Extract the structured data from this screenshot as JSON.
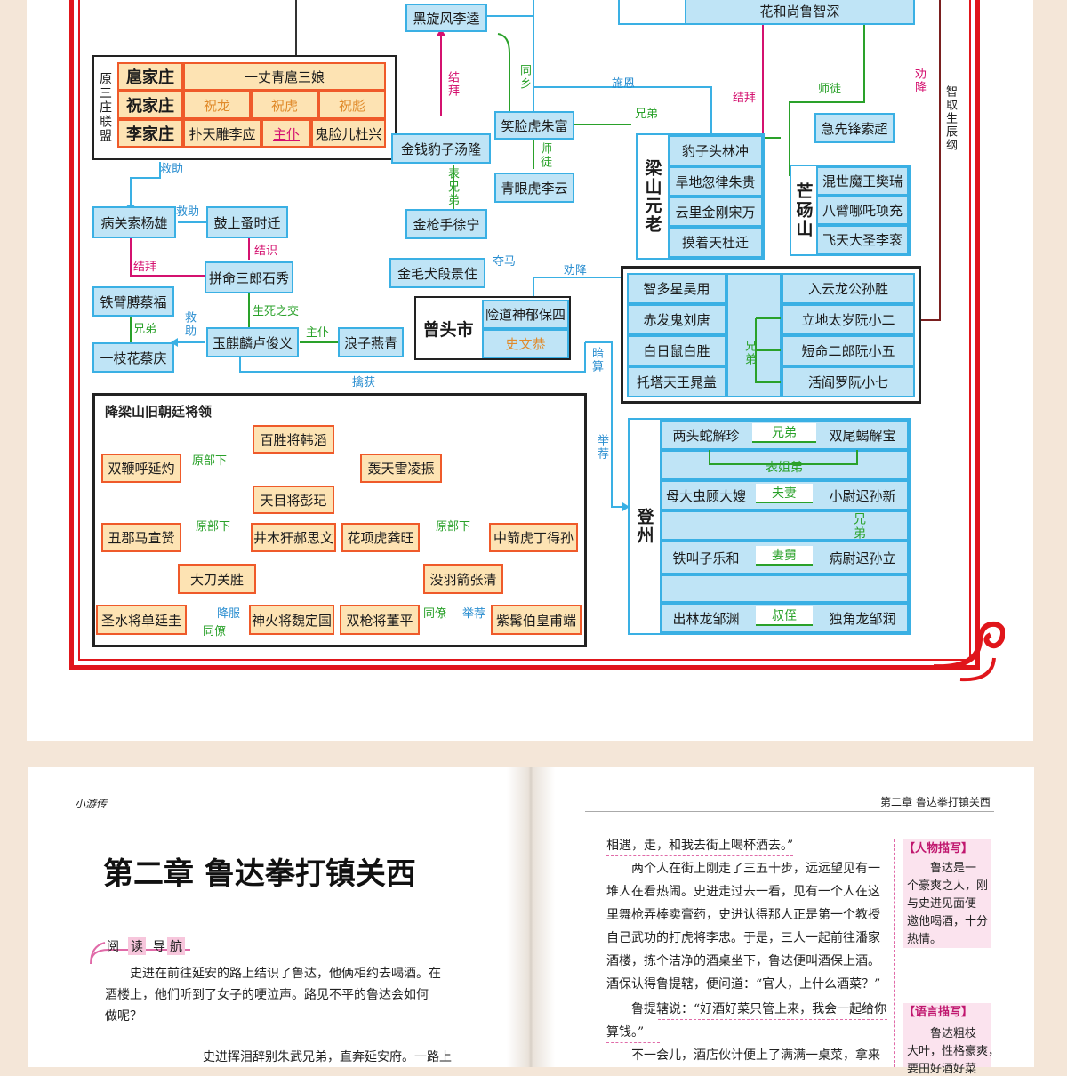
{
  "diagram": {
    "top": {
      "heixuanfeng": "黑旋风李逵",
      "huahe": "花和尚鲁智深"
    },
    "sanzhuang": {
      "side": "原三庄联盟",
      "hu_name": "扈家庄",
      "hu_people": [
        "一丈青扈三娘"
      ],
      "zhu_name": "祝家庄",
      "zhu_people": [
        "祝龙",
        "祝虎",
        "祝彪"
      ],
      "li_name": "李家庄",
      "li_people": [
        "扑天雕李应",
        "主仆",
        "鬼脸儿杜兴"
      ]
    },
    "nodes": {
      "jinqianbao": "金钱豹子汤隆",
      "jinqiangshou": "金枪手徐宁",
      "xiaolianhu": "笑脸虎朱富",
      "qingyanhu": "青眼虎李云",
      "jixianfeng": "急先锋索超",
      "bingguansuo": "病关索杨雄",
      "gushang": "鼓上蚤时迁",
      "pinming": "拼命三郎石秀",
      "tiebi": "铁臂膊蔡福",
      "yizhihua": "一枝花蔡庆",
      "yuqilin": "玉麒麟卢俊义",
      "langzi": "浪子燕青",
      "jinmaoquan": "金毛犬段景住"
    },
    "liangshan": {
      "title": "梁山元老",
      "people": [
        "豹子头林冲",
        "旱地忽律朱贵",
        "云里金刚宋万",
        "摸着天杜迁"
      ]
    },
    "mangdang": {
      "title": "芒砀山",
      "people": [
        "混世魔王樊瑞",
        "八臂哪吒项充",
        "飞天大圣李衮"
      ]
    },
    "zengtou": {
      "title": "曾头市",
      "people": [
        "险道神郁保四",
        "史文恭"
      ]
    },
    "chaogai": {
      "left": [
        "智多星吴用",
        "赤发鬼刘唐",
        "白日鼠白胜",
        "托塔天王晁盖"
      ],
      "right": [
        "入云龙公孙胜",
        "立地太岁阮小二",
        "短命二郎阮小五",
        "活阎罗阮小七"
      ],
      "rel": "兄弟"
    },
    "dengzhou": {
      "title": "登州",
      "rows": [
        {
          "left": "两头蛇解珍",
          "rel": "兄弟",
          "right": "双尾蝎解宝"
        },
        {
          "left": "",
          "rel": "表姐弟",
          "right": ""
        },
        {
          "left": "母大虫顾大嫂",
          "rel": "夫妻",
          "right": "小尉迟孙新"
        },
        {
          "left": "",
          "rel": "兄弟",
          "right": ""
        },
        {
          "left": "铁叫子乐和",
          "rel": "妻舅",
          "right": "病尉迟孙立"
        },
        {
          "left": "",
          "rel": "",
          "right": ""
        },
        {
          "left": "出林龙邹渊",
          "rel": "叔侄",
          "right": "独角龙邹润"
        }
      ]
    },
    "chaoting": {
      "title": "降梁山旧朝廷将领",
      "people": {
        "huyan": "双鞭呼延灼",
        "hantao": "百胜将韩滔",
        "lingzhen": "轰天雷凌振",
        "pengqi": "天目将彭玘",
        "xuanzan": "丑郡马宣赞",
        "hao": "井木犴郝思文",
        "gongwang": "花项虎龚旺",
        "dingdesun": "中箭虎丁得孙",
        "guansheng": "大刀关胜",
        "zhangqing": "没羽箭张清",
        "shantinggui": "圣水将单廷圭",
        "weidingguo": "神火将魏定国",
        "dongping": "双枪将董平",
        "huangfu": "紫髯伯皇甫端"
      },
      "rels": {
        "yuanbuxia1": "原部下",
        "yuanbuxia2": "原部下",
        "yuanbuxia3": "原部下",
        "jiangfu": "降服",
        "tongliao1": "同僚",
        "tongliao2": "同僚",
        "jujian": "举荐"
      }
    },
    "relations": {
      "jiebai1": "结拜",
      "tongxiang": "同乡",
      "shien": "施恩",
      "jiebai2": "结拜",
      "shitu1": "师徒",
      "quanxiang1": "劝降",
      "zhiqu": "智取生辰纲",
      "xiongdi1": "兄弟",
      "shitu2": "师徒",
      "jiuzhu1": "救助",
      "biaoxiongdi": "表兄弟",
      "jiuzhu2": "救助",
      "jieshi": "结识",
      "jiebai3": "结拜",
      "duoma": "夺马",
      "quanxiang2": "劝降",
      "shengsi": "生死之交",
      "xiongdi2": "兄弟",
      "jiuzhu3": "救助",
      "zhupu": "主仆",
      "anshuan": "暗算",
      "qinhuo": "擒获",
      "jujian": "举荐"
    }
  },
  "book": {
    "left_header": "小游传",
    "right_header": "第二章 鲁达拳打镇关西",
    "chapter_title": "第二章  鲁达拳打镇关西",
    "nav_label": [
      "阅",
      "读",
      "导",
      "航"
    ],
    "nav_text": [
      "史进在前往延安的路上结识了鲁达，他俩相约去喝酒。在",
      "酒楼上，他们听到了女子的哽泣声。路见不平的鲁达会如何",
      "做呢？"
    ],
    "left_body_last": "史进挥泪辞别朱武兄弟，直奔延安府。一路上",
    "right_body": [
      "相遇，走，和我去街上喝杯酒去。”",
      "两个人在街上刚走了三五十步，远远望见有一",
      "堆人在看热闹。史进走过去一看，见有一个人在这",
      "里舞枪弄棒卖膏药，史进认得那人正是第一个教授",
      "自己武功的打虎将李忠。于是，三人一起前往潘家",
      "酒楼，拣个洁净的酒桌坐下，鲁达便叫酒保上酒。",
      "酒保认得鲁提辖，便问道：“官人，上什么酒菜？”",
      "鲁提辖说：“好酒好菜只管上来，我会一起给你",
      "算钱。”",
      "不一会儿，酒店伙计便上了满满一桌菜，拿来"
    ],
    "note1_title": "【人物描写】",
    "note1_lines": [
      "鲁达是一",
      "个豪爽之人，刚",
      "与史进见面便",
      "邀他喝酒，十分",
      "热情。"
    ],
    "note2_title": "【语言描写】",
    "note2_lines": [
      "鲁达粗枝",
      "大叶，性格豪爽，",
      "要田好酒好菜"
    ]
  },
  "colors": {
    "red_frame": "#e0161b",
    "blue_fill": "#bfe4f6",
    "blue_border": "#3ab0e4",
    "orange_fill": "#fde3b3",
    "orange_border": "#ef5a2a",
    "relation_green": "#2aa12a",
    "relation_magenta": "#d4116f",
    "relation_blue": "#2a8ed0"
  }
}
